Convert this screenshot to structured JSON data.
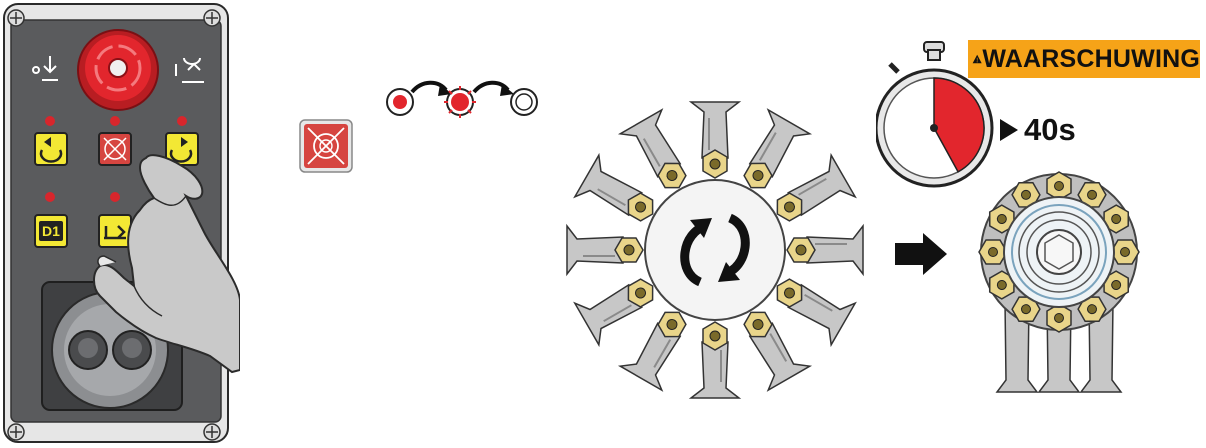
{
  "warning": {
    "label": "WAARSCHUWING",
    "icon": "warning-triangle-icon",
    "color": "#f6a318"
  },
  "timer": {
    "duration": "40s",
    "icon": "stopwatch-icon",
    "elapsed_fraction": 0.42
  },
  "control_panel": {
    "buttons": [
      {
        "name": "lift-rotate-left-button",
        "label": "",
        "color": "#f3e834"
      },
      {
        "name": "centering-button",
        "label": "",
        "color": "#d64540",
        "highlighted": true
      },
      {
        "name": "lift-rotate-right-button",
        "label": "",
        "color": "#f3e834"
      },
      {
        "name": "d1-button",
        "label": "D1",
        "color": "#f3e834"
      },
      {
        "name": "clamp-in-button",
        "label": "",
        "color": "#f3e834"
      },
      {
        "name": "clamp-tilt-button",
        "label": "",
        "color": "#f3e834"
      }
    ],
    "emergency_stop_color": "#d9242a"
  },
  "led_sequence": [
    "red-steady",
    "red-blinking",
    "off"
  ],
  "colors": {
    "accent_red": "#d9242a",
    "panel_gray": "#57585a",
    "button_yellow": "#f3e834"
  }
}
